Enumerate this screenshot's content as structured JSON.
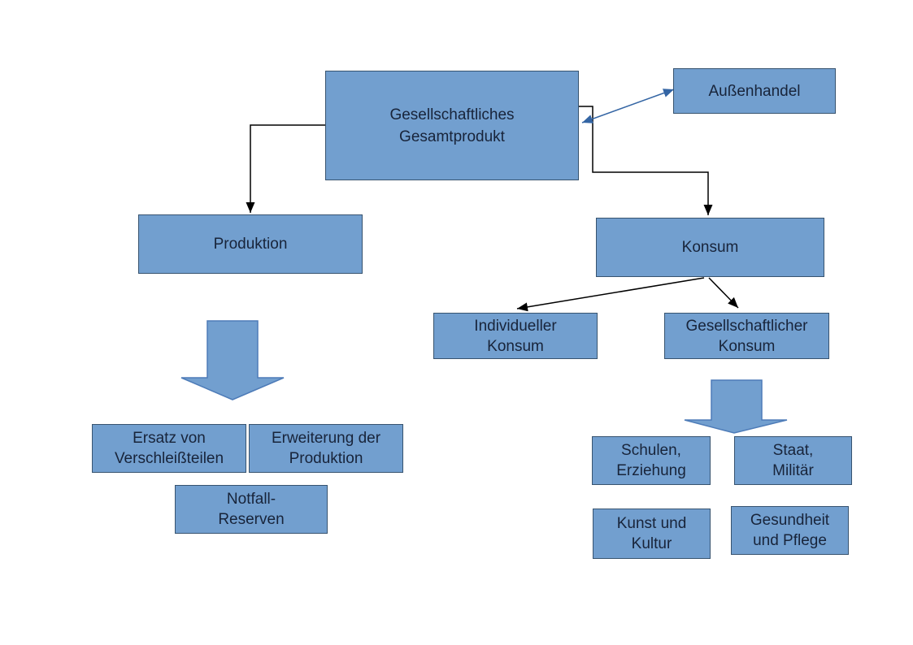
{
  "diagram": {
    "background": "#ffffff",
    "colors": {
      "node_fill": "#729fcf",
      "node_border": "#37536f",
      "node_text": "#18243a",
      "connector_black": "#000000",
      "connector_blue": "#3465a4",
      "fat_arrow_fill": "#729fcf",
      "fat_arrow_border": "#4e7cb8"
    },
    "nodes": {
      "gesamtprodukt": {
        "lines": [
          "Gesellschaftliches",
          "Gesamtprodukt"
        ]
      },
      "aussenhandel": {
        "lines": [
          "Außenhandel"
        ]
      },
      "produktion": {
        "lines": [
          "Produktion"
        ]
      },
      "konsum": {
        "lines": [
          "Konsum"
        ]
      },
      "individueller_konsum": {
        "lines": [
          "Individueller",
          "Konsum"
        ]
      },
      "gesellschaftlicher_konsum": {
        "lines": [
          "Gesellschaftlicher",
          "Konsum"
        ]
      },
      "ersatz": {
        "lines": [
          "Ersatz von",
          "Verschleißteilen"
        ]
      },
      "erweiterung": {
        "lines": [
          "Erweiterung der",
          "Produktion"
        ]
      },
      "notfall": {
        "lines": [
          "Notfall-",
          "Reserven"
        ]
      },
      "schulen": {
        "lines": [
          "Schulen,",
          "Erziehung"
        ]
      },
      "staat": {
        "lines": [
          "Staat,",
          "Militär"
        ]
      },
      "kunst": {
        "lines": [
          "Kunst und",
          "Kultur"
        ]
      },
      "gesundheit": {
        "lines": [
          "Gesundheit",
          "und Pflege"
        ]
      }
    },
    "edges": [
      {
        "from": "gesamtprodukt",
        "to": "produktion",
        "type": "elbow",
        "color": "black",
        "arrow": "end"
      },
      {
        "from": "gesamtprodukt",
        "to": "konsum",
        "type": "elbow",
        "color": "black",
        "arrow": "end"
      },
      {
        "from": "gesamtprodukt",
        "to": "aussenhandel",
        "type": "straight",
        "color": "blue",
        "arrow": "both"
      },
      {
        "from": "konsum",
        "to": "individueller_konsum",
        "type": "straight",
        "color": "black",
        "arrow": "end"
      },
      {
        "from": "konsum",
        "to": "gesellschaftlicher_konsum",
        "type": "straight",
        "color": "black",
        "arrow": "end"
      },
      {
        "from": "produktion",
        "to": "ersatz+erweiterung+notfall",
        "type": "block_arrow_down",
        "color": "blue"
      },
      {
        "from": "gesellschaftlicher_konsum",
        "to": "schulen+staat+kunst+gesundheit",
        "type": "block_arrow_down",
        "color": "blue"
      }
    ]
  }
}
